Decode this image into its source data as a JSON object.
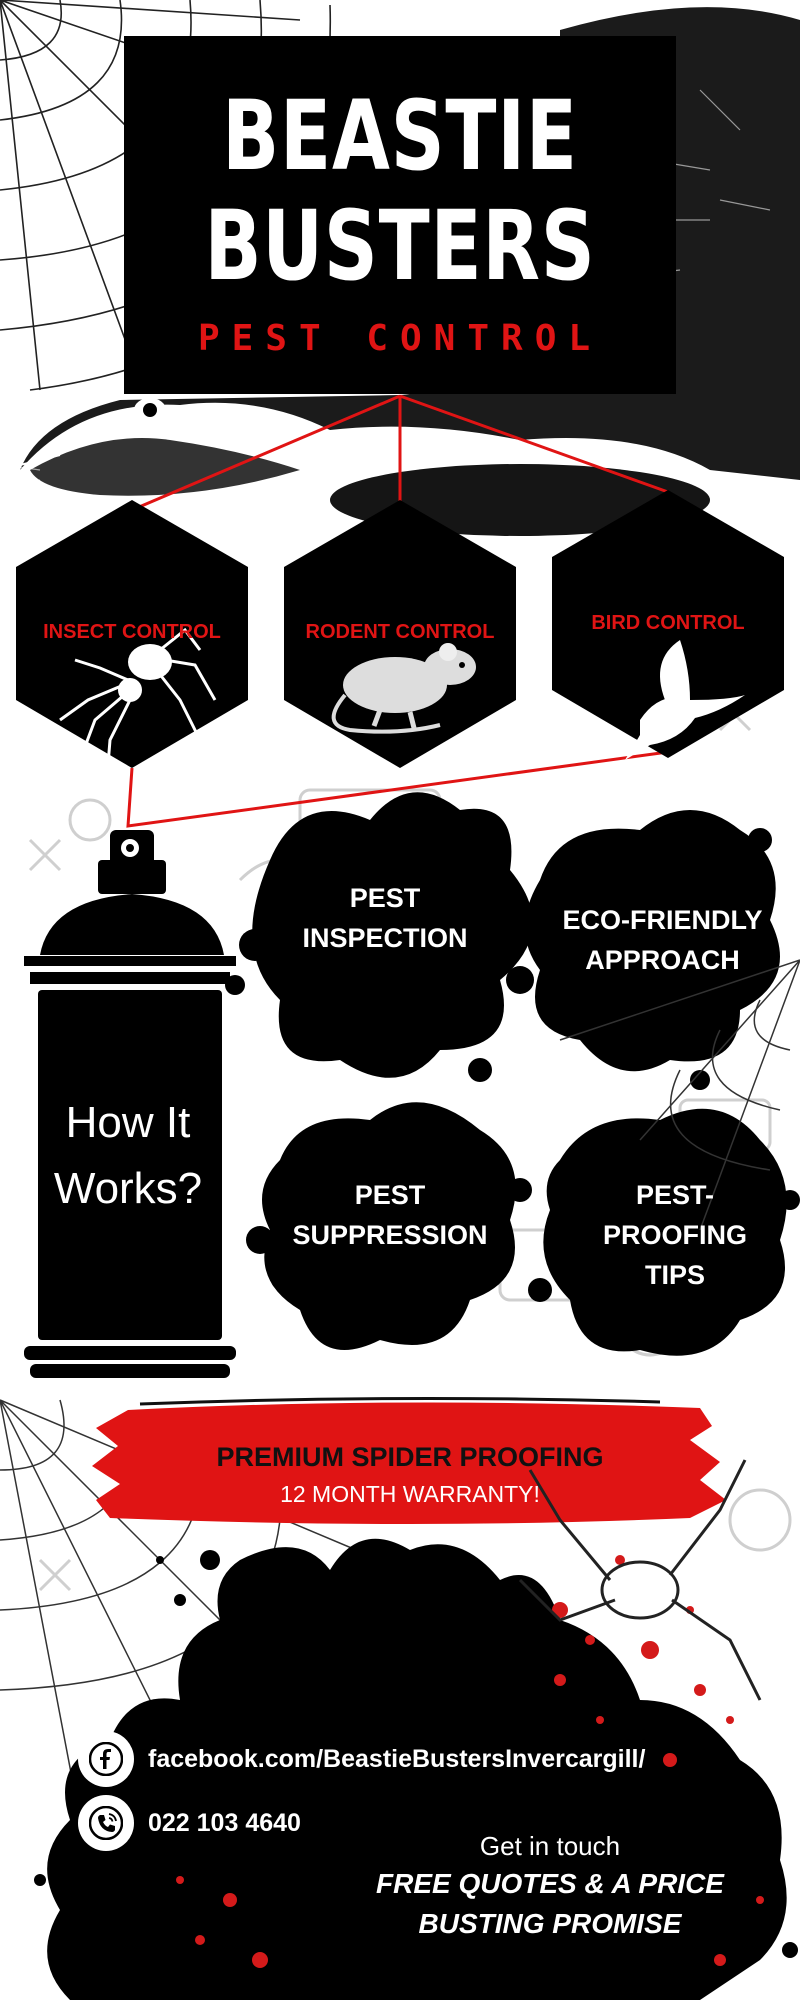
{
  "brand": {
    "name_line1": "BEASTIE",
    "name_line2": "BUSTERS",
    "tagline": "PEST CONTROL"
  },
  "services": [
    {
      "label": "INSECT CONTROL",
      "icon": "spider-icon"
    },
    {
      "label": "RODENT CONTROL",
      "icon": "rat-icon"
    },
    {
      "label": "BIRD CONTROL",
      "icon": "bird-icon"
    }
  ],
  "how_it_works": {
    "title_line1": "How It",
    "title_line2": "Works?",
    "steps": [
      {
        "line1": "PEST",
        "line2": "INSPECTION"
      },
      {
        "line1": "ECO-FRIENDLY",
        "line2": "APPROACH"
      },
      {
        "line1": "PEST",
        "line2": "SUPPRESSION"
      },
      {
        "line1": "PEST-",
        "line2": "PROOFING",
        "line3": "TIPS"
      }
    ]
  },
  "banner": {
    "title": "PREMIUM SPIDER PROOFING",
    "subtitle": "12 MONTH WARRANTY!"
  },
  "contact": {
    "facebook": "facebook.com/BeastieBustersInvercargill/",
    "phone": "022 103 4640",
    "facebook_icon": "facebook-icon",
    "phone_icon": "phone-icon"
  },
  "cta": {
    "line1": "Get in touch",
    "line2": "FREE QUOTES & A PRICE",
    "line3": "BUSTING PROMISE"
  },
  "colors": {
    "accent_red": "#e01414",
    "black": "#000000",
    "white": "#ffffff"
  }
}
